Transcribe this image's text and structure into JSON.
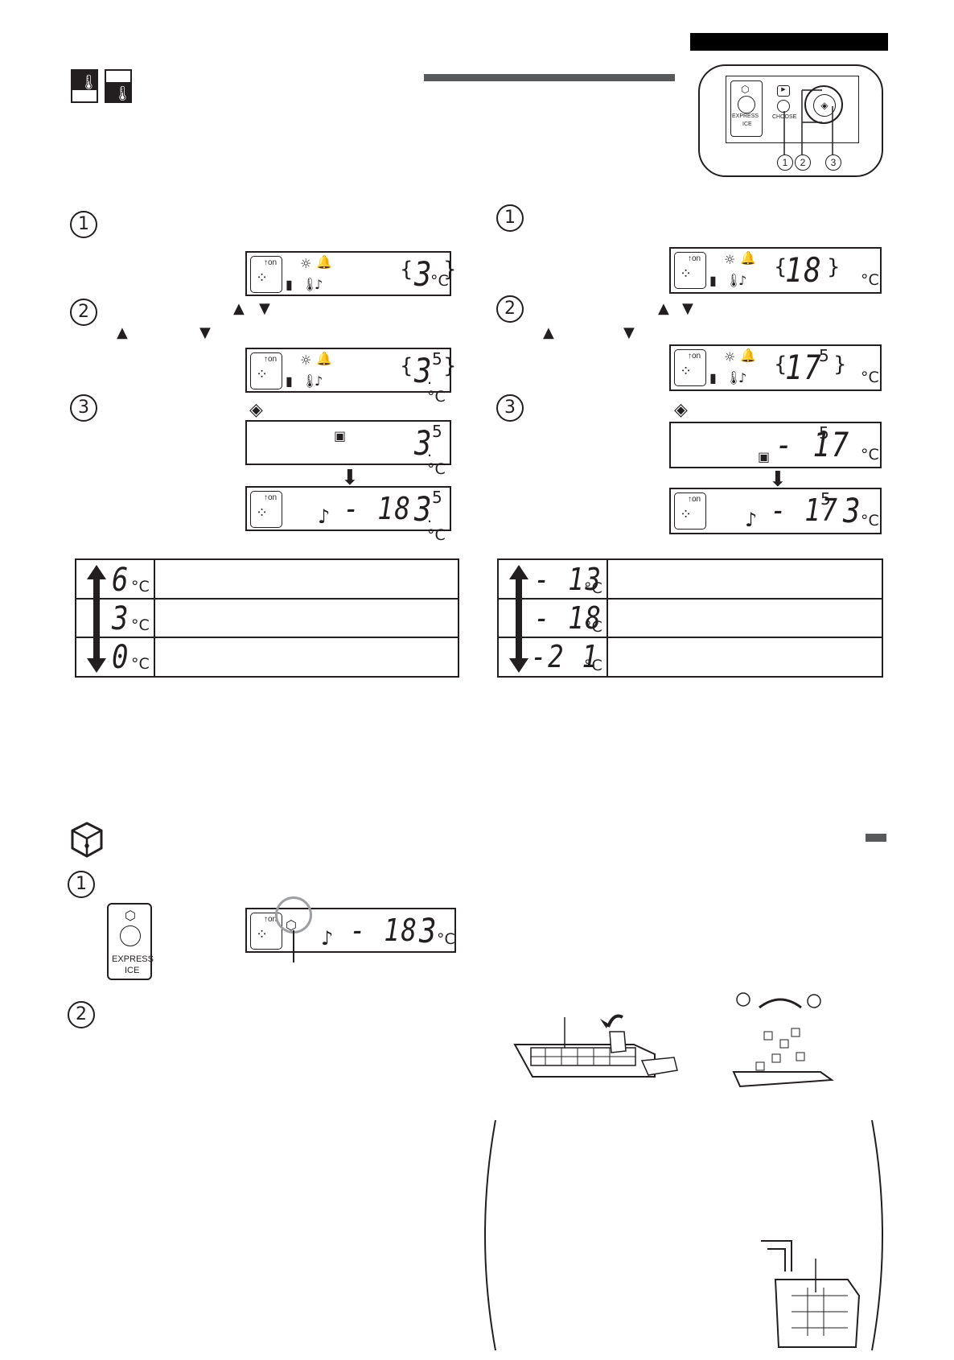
{
  "lcd_icons": {
    "wine_on": "↑on",
    "sun": "☼",
    "bell": "🔔",
    "bag": "▮",
    "thermo": "🌡",
    "note": "♪"
  },
  "fridge": {
    "step1": "1",
    "step2": "2",
    "step3": "3",
    "lcd1_temp": "3",
    "lcd1_unit": "°C",
    "up_arrow": "▲",
    "down_arrow": "▼",
    "lcd2_temp": "3",
    "lcd2_frac": "5",
    "lcd2_unit": ".°C",
    "lcd3_temp": "3",
    "lcd3_frac": "5",
    "lcd3_unit": ".°C",
    "lcd4_freezer": "- 18",
    "lcd4_temp": "3",
    "lcd4_frac": "5",
    "lcd4_unit": ".°C",
    "range": [
      {
        "temp": "6",
        "unit": "°C"
      },
      {
        "temp": "3",
        "unit": "°C"
      },
      {
        "temp": "0",
        "unit": "°C"
      }
    ]
  },
  "freezer": {
    "step1": "1",
    "step2": "2",
    "step3": "3",
    "lcd1_temp": "18",
    "lcd1_unit": "°C",
    "up_arrow": "▲",
    "down_arrow": "▼",
    "lcd2_temp": "17",
    "lcd2_frac": "5",
    "lcd2_unit": "°C",
    "lcd3_temp": "- 17",
    "lcd3_frac": "5",
    "lcd3_unit": "°C",
    "lcd4_freezer": "- 17",
    "lcd4_frac": "5",
    "lcd4_temp": "3",
    "lcd4_unit": "°C",
    "range": [
      {
        "temp": "- 13",
        "unit": "°C"
      },
      {
        "temp": "- 18",
        "unit": "°C"
      },
      {
        "temp": "-2 1",
        "unit": "°C"
      }
    ]
  },
  "control_panel": {
    "express_label": "EXPRESS",
    "ice_label": "ICE",
    "choose_label": "CHOOSE",
    "callouts": [
      "1",
      "2",
      "3"
    ]
  },
  "express_ice": {
    "step1": "1",
    "step2": "2",
    "button_label_1": "EXPRESS",
    "button_label_2": "ICE",
    "lcd_freezer": "- 18",
    "lcd_temp": "3",
    "lcd_unit": "°C"
  }
}
